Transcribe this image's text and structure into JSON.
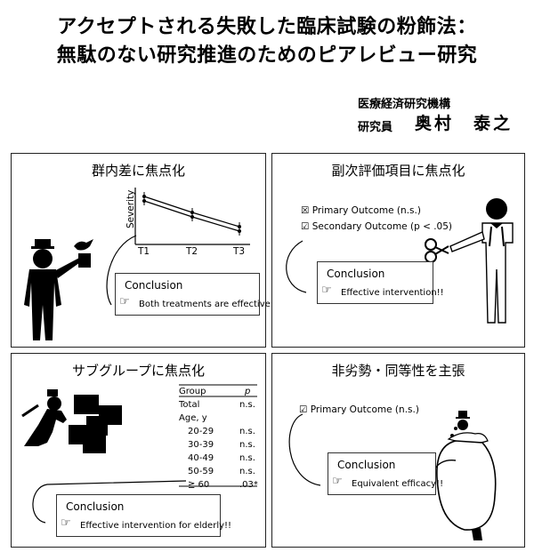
{
  "header": {
    "title_line1": "アクセプトされる失敗した臨床試験の粉飾法：",
    "title_line2": "無駄のない研究推進のためのピアレビュー研究",
    "affiliation": "医療経済研究機構",
    "author_role": "研究員",
    "author_name": "奥村　泰之"
  },
  "panels": [
    {
      "title": "群内差に焦点化",
      "plot": {
        "ylabel": "Severity",
        "ticks": [
          "T1",
          "T2",
          "T3"
        ]
      },
      "conclusion_head": "Conclusion",
      "conclusion_body": "Both treatments are effective!!"
    },
    {
      "title": "副次評価項目に焦点化",
      "outcomes": [
        {
          "label": "Primary Outcome (n.s.)",
          "mark": "☒"
        },
        {
          "label": "Secondary Outcome (p < .05)",
          "mark": "☑"
        }
      ],
      "conclusion_head": "Conclusion",
      "conclusion_body": "Effective intervention!!"
    },
    {
      "title": "サブグループに焦点化",
      "table": {
        "col1": "Group",
        "col2": "p",
        "rows": [
          {
            "group": "Total",
            "p": "n.s."
          },
          {
            "group": "Age, y",
            "p": ""
          },
          {
            "group": "20-29",
            "p": "n.s."
          },
          {
            "group": "30-39",
            "p": "n.s."
          },
          {
            "group": "40-49",
            "p": "n.s."
          },
          {
            "group": "50-59",
            "p": "n.s."
          },
          {
            "group": "≧ 60",
            "p": ".03*"
          }
        ]
      },
      "conclusion_head": "Conclusion",
      "conclusion_body": "Effective intervention for elderly!!"
    },
    {
      "title": "非劣勢・同等性を主張",
      "outcome": {
        "label": "Primary Outcome (n.s.)",
        "mark": "☑"
      },
      "conclusion_head": "Conclusion",
      "conclusion_body": "Equivalent efficacy!!"
    }
  ],
  "icons": {
    "pointing_hand": "☞",
    "colors": {
      "ink": "#000000",
      "frame": "#222222",
      "background": "#ffffff"
    }
  }
}
